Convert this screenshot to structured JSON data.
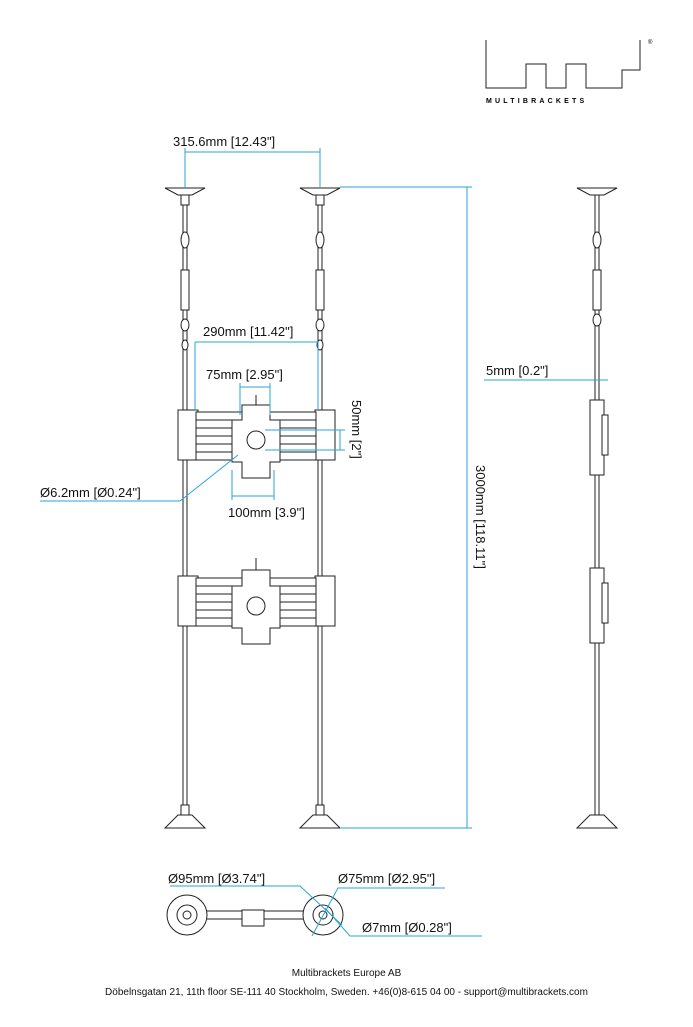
{
  "logo": {
    "brand": "MULTIBRACKETS",
    "mark": "®"
  },
  "dimensions": {
    "pole_spacing": "315.6mm [12.43\"]",
    "bar_width": "290mm [11.42\"]",
    "vesa_small": "75mm [2.95\"]",
    "vesa_height": "50mm [2\"]",
    "hole_diameter": "Ø6.2mm [Ø0.24\"]",
    "vesa_large": "100mm [3.9\"]",
    "total_height": "3000mm [118.11\"]",
    "side_offset": "5mm [0.2\"]",
    "flange_diameter": "Ø95mm [Ø3.74\"]",
    "flange_holes": "Ø75mm [Ø2.95\"]",
    "pole_diameter": "Ø7mm [Ø0.28\"]"
  },
  "footer": {
    "company": "Multibrackets Europe AB",
    "address": "Döbelnsgatan 21, 11th floor SE-111 40 Stockholm, Sweden. +46(0)8-615 04 00 - support@multibrackets.com"
  },
  "colors": {
    "dimension": "#2aa6d6",
    "line": "#222222"
  }
}
